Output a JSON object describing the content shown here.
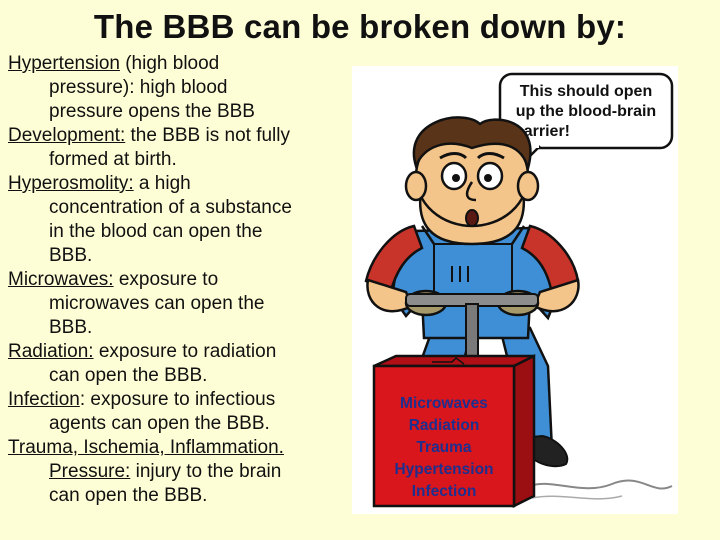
{
  "title": "The BBB can be broken down by:",
  "items": [
    {
      "term": "Hypertension",
      "after_term": " (high blood",
      "cont": [
        "pressure): high blood",
        "pressure opens the BBB"
      ]
    },
    {
      "term": "Development:",
      "after_term": " the BBB is not fully",
      "cont": [
        "formed at birth."
      ]
    },
    {
      "term": "Hyperosmolity:",
      "after_term": " a high",
      "cont": [
        "concentration of a substance",
        "in the blood can open the",
        "BBB."
      ]
    },
    {
      "term": "Microwaves:",
      "after_term": " exposure to",
      "cont": [
        "microwaves can open the",
        "BBB."
      ]
    },
    {
      "term": "Radiation:",
      "after_term": " exposure to radiation",
      "cont": [
        "can open the BBB."
      ]
    },
    {
      "term": "Infection",
      "after_term": ": exposure to infectious",
      "cont": [
        "agents can open the BBB."
      ]
    },
    {
      "term": "Trauma, Ischemia, Inflammation.",
      "after_term": "",
      "cont": []
    },
    {
      "term": "Pressure:",
      "after_term": " injury to the brain",
      "cont": [
        "can open the BBB."
      ],
      "indent_first": true
    }
  ],
  "speech_bubble": {
    "lines": [
      "This should open",
      "up the blood-brain",
      "barrier!"
    ]
  },
  "plunger_box": {
    "labels": [
      "Microwaves",
      "Radiation",
      "Trauma",
      "Hypertension",
      "Infection"
    ],
    "color": "#d8161b",
    "text_color": "#1e2f8f"
  },
  "colors": {
    "background": "#fefed6",
    "overalls": "#3f8fd6",
    "shirt": "#c8342a",
    "skin": "#f4c58a"
  },
  "icons": [
    "cartoon-man-icon",
    "speech-bubble-icon",
    "detonator-box-icon"
  ]
}
